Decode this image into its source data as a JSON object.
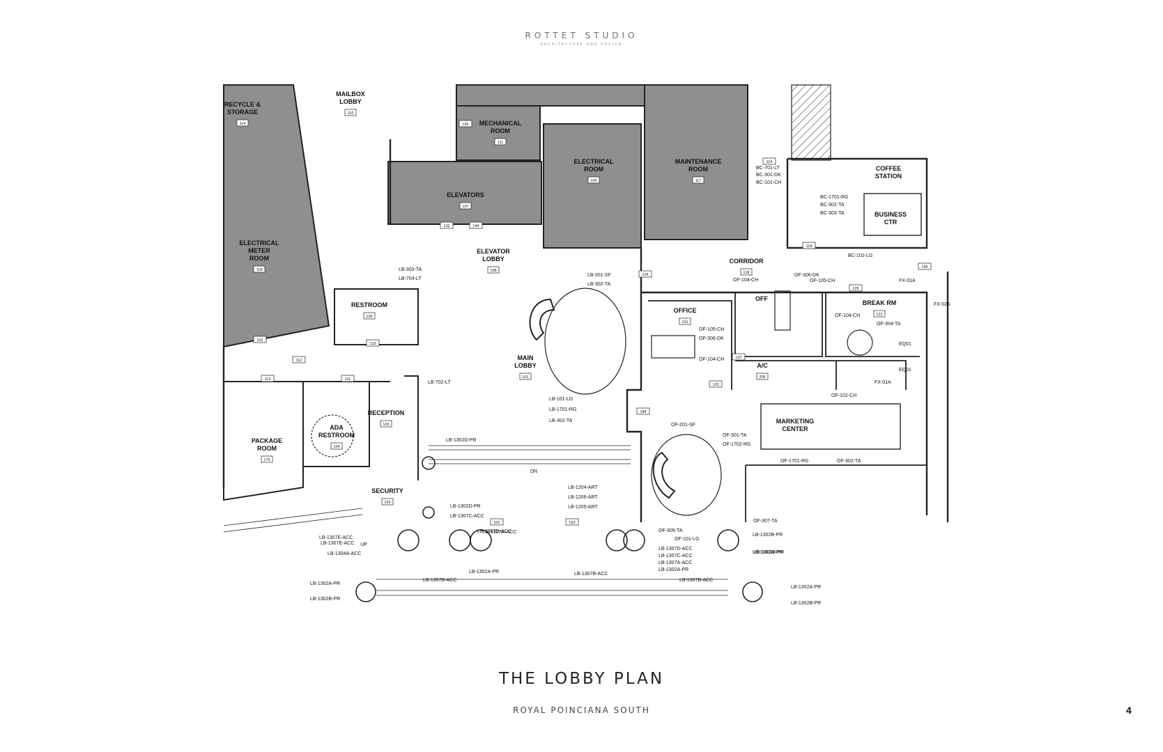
{
  "header": {
    "brand_name": "ROTTET STUDIO",
    "brand_tagline": "ARCHITECTURE AND DESIGN"
  },
  "footer": {
    "title": "THE LOBBY PLAN",
    "subtitle": "ROYAL POINCIANA SOUTH",
    "page_number": "4"
  },
  "plan": {
    "rooms": [
      {
        "lines": [
          "RECYCLE &",
          "STORAGE"
        ],
        "number": "114"
      },
      {
        "lines": [
          "MAILBOX",
          "LOBBY"
        ],
        "number": "110"
      },
      {
        "lines": [
          "MECHANICAL",
          "ROOM"
        ],
        "number": "111"
      },
      {
        "lines": [
          "ELECTRICAL",
          "ROOM"
        ],
        "number": "109"
      },
      {
        "lines": [
          "MAINTENANCE",
          "ROOM"
        ],
        "number": "117"
      },
      {
        "lines": [
          "COFFEE",
          "STATION"
        ],
        "number": ""
      },
      {
        "lines": [
          "ELEVATORS"
        ],
        "number": "107"
      },
      {
        "lines": [
          "ELECTRICAL",
          "METER",
          "ROOM"
        ],
        "number": "118"
      },
      {
        "lines": [
          "BUSINESS",
          "CTR"
        ],
        "number": ""
      },
      {
        "lines": [
          "ELEVATOR",
          "LOBBY"
        ],
        "number": "108"
      },
      {
        "lines": [
          "CORRIDOR"
        ],
        "number": "128"
      },
      {
        "lines": [
          "RESTROOM"
        ],
        "number": "105"
      },
      {
        "lines": [
          "OFFICE"
        ],
        "number": "161"
      },
      {
        "lines": [
          "OFF"
        ],
        "number": ""
      },
      {
        "lines": [
          "BREAK RM"
        ],
        "number": "122"
      },
      {
        "lines": [
          "MAIN",
          "LOBBY"
        ],
        "number": "101"
      },
      {
        "lines": [
          "A/C"
        ],
        "number": "206"
      },
      {
        "lines": [
          "RECEPTION"
        ],
        "number": "103"
      },
      {
        "lines": [
          "ADA",
          "RESTROOM"
        ],
        "number": "104"
      },
      {
        "lines": [
          "MARKETING",
          "CENTER"
        ],
        "number": ""
      },
      {
        "lines": [
          "PACKAGE",
          "ROOM"
        ],
        "number": "175"
      },
      {
        "lines": [
          "SECURITY"
        ],
        "number": "102"
      }
    ],
    "tags": [
      "BC-701-LT",
      "BC-301-DK",
      "BC-101-CH",
      "BC-1701-RG",
      "BC-302-TA",
      "BC-303-TA",
      "BC-102-LG",
      "LB-303-TA",
      "LB-704-LT",
      "LB-201-SF",
      "LB-302-TA",
      "OF-306-DK",
      "OF-105-CH",
      "OF-104-CH",
      "FX-01A",
      "FX-02A",
      "OF-105-CH",
      "OF-306-DK",
      "OF-104-CH",
      "OF-104-CH",
      "OF-304-TA",
      "EQ01",
      "EQ01",
      "FX-01A",
      "LB-702-LT",
      "LB-101-LG",
      "LB-1701-RG",
      "LB-302-TA",
      "OF-102-CH",
      "LB-1302D-PR",
      "OF-201-SF",
      "OF-301-TA",
      "OF-1702-RG",
      "OF-1701-RG",
      "OF-302-TA",
      "LB-1204-ART",
      "LB-1206-ART",
      "LB-1205-ART",
      "LB-1302D-PR",
      "LB-1307C-ACC",
      "OF-307-TA",
      "OF-305-TA",
      "OF-101-LG",
      "LB-1302B-PR",
      "LB-1307D-ACC",
      "LB-1307E-ACC",
      "LB-1307A-ACC",
      "LB-1302B-PR",
      "LB-1307E-ACC",
      "LB-1304A-ACC",
      "LB-1307D-ACC",
      "LB-1307C-ACC",
      "LB-1307A-ACC",
      "LB-1302A-PR",
      "LB-1302A-PR",
      "LB-1307B-ACC",
      "LB-1307B-ACC",
      "LB-1307B-ACC",
      "LB-1302A-PR",
      "LB-1302B-PR",
      "LB-1302A-PR",
      "LB-1302B-PR",
      "LB-1302A-PR"
    ],
    "door_numbers": [
      "192",
      "113",
      "112",
      "111",
      "133",
      "119",
      "118",
      "124",
      "125",
      "195",
      "120",
      "137",
      "184",
      "153",
      "101",
      "132",
      "144",
      "102"
    ],
    "stair_labels": [
      "DN",
      "UP"
    ]
  }
}
